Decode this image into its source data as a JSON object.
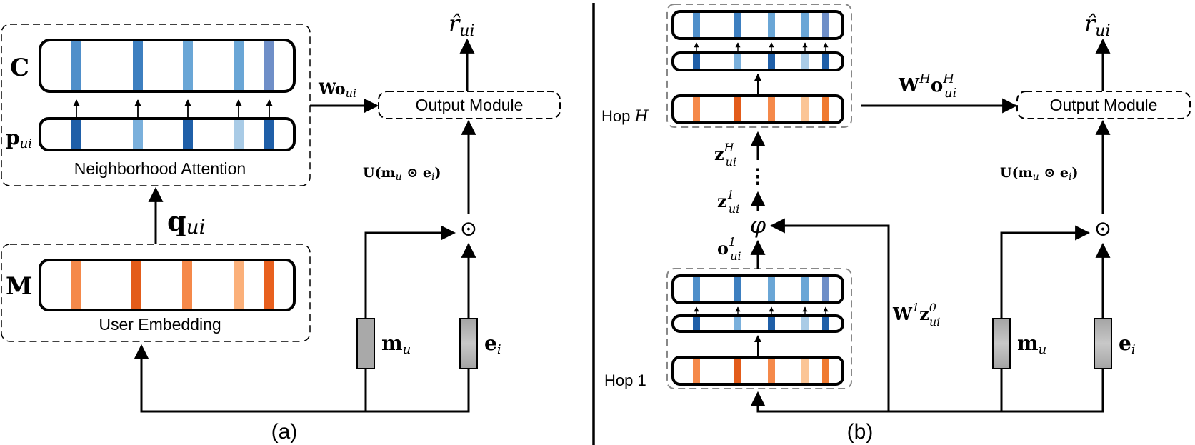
{
  "colors": {
    "blue_dark": "#1f5fa8",
    "blue_mid": "#4f8fca",
    "blue_light": "#9dc3e3",
    "orange_dark": "#e35c1a",
    "orange_mid": "#f5894a",
    "orange_light": "#fbc596",
    "gray": "#a9a9a9",
    "dash_box": "#888888"
  },
  "panel_a": {
    "caption": "(a)",
    "memory_C_label": "C",
    "p_label_base": "p",
    "p_label_sub": "ui",
    "attention_label": "Neighborhood Attention",
    "q_label_base": "q",
    "q_label_sub": "ui",
    "memory_M_label": "M",
    "user_embedding_label": "User Embedding",
    "wo_label_base": "Wo",
    "wo_label_sub": "ui",
    "output_label": "Output Module",
    "rhat_base": "r̂",
    "rhat_sub": "ui",
    "u_label": "U(m",
    "u_label_sub1": "u",
    "u_label_mid": " ⊙ e",
    "u_label_sub2": "i",
    "u_label_end": ")",
    "odot": "⊙",
    "mu_base": "m",
    "mu_sub": "u",
    "ei_base": "e",
    "ei_sub": "i"
  },
  "panel_b": {
    "caption": "(b)",
    "hop_H_label": "Hop ",
    "hop_H_var": "H",
    "hop_1_label": "Hop 1",
    "zH_base": "z",
    "zH_sub": "ui",
    "zH_sup": "H",
    "z1_base": "z",
    "z1_sub": "ui",
    "z1_sup": "1",
    "o1_base": "o",
    "o1_sub": "ui",
    "o1_sup": "1",
    "phi": "φ",
    "dots": "⋮",
    "wz_base": "W",
    "wz_sup1": "1",
    "wz_z": "z",
    "wz_sub": "ui",
    "wz_sup2": "0",
    "wh_base": "W",
    "wh_sup": "H",
    "wh_o": "o",
    "wh_sub": "ui",
    "wh_sup2": "H",
    "output_label": "Output Module",
    "rhat_base": "r̂",
    "rhat_sub": "ui",
    "u_label": "U(m",
    "u_label_sub1": "u",
    "u_label_mid": " ⊙ e",
    "u_label_sub2": "i",
    "u_label_end": ")",
    "odot": "⊙",
    "mu_base": "m",
    "mu_sub": "u",
    "ei_base": "e",
    "ei_sub": "i"
  }
}
